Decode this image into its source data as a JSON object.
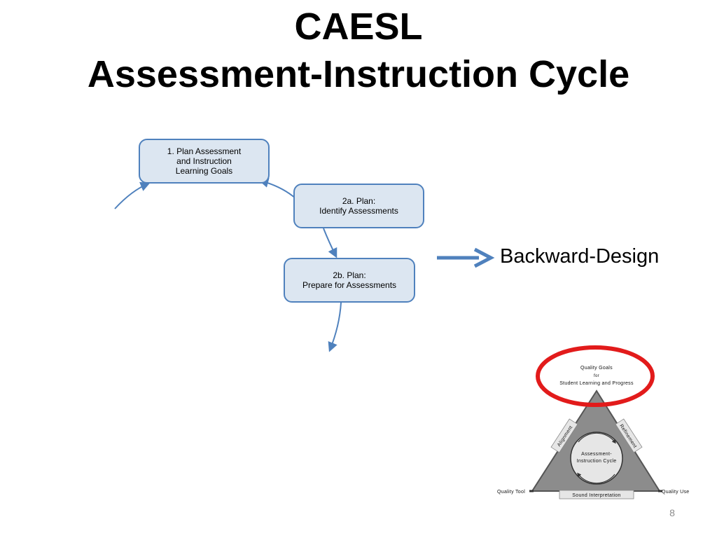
{
  "title": {
    "line1": "CAESL",
    "line2": "Assessment-Instruction Cycle"
  },
  "steps": [
    {
      "lines": [
        "1. Plan Assessment",
        "and Instruction",
        "Learning Goals"
      ]
    },
    {
      "lines": [
        "2a. Plan:",
        "Identify Assessments"
      ]
    },
    {
      "lines": [
        "2b. Plan:",
        "Prepare for Assessments"
      ]
    }
  ],
  "backward_design_label": "Backward-Design",
  "cycle_diagram": {
    "quality_goals": [
      "Quality Goals",
      "for",
      "Student Learning and Progress"
    ],
    "alignment": "Alignment",
    "refinement": "Refinement",
    "center": [
      "Assessment-",
      "Instruction Cycle"
    ],
    "quality_tool": "Quality Tool",
    "sound_interpretation": "Sound Interpretation",
    "quality_use": "Quality Use"
  },
  "page_number": "8",
  "colors": {
    "box_fill": "#dce6f1",
    "box_border": "#4f81bd",
    "arrow": "#4f81bd",
    "highlight_ring": "#e21b1b",
    "triangle_fill": "#8c8c8c"
  }
}
